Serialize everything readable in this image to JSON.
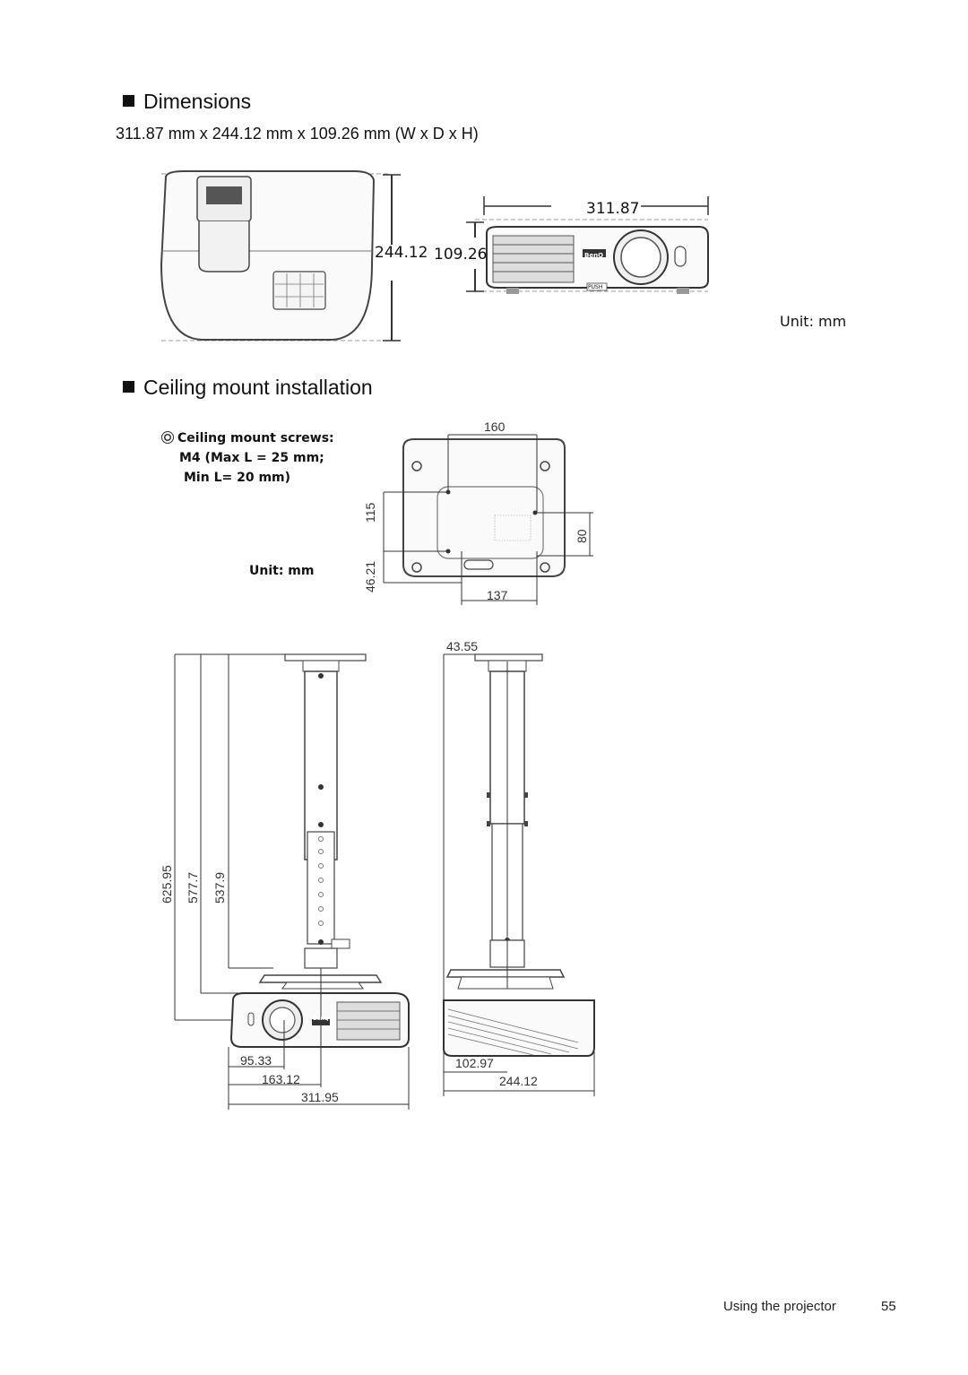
{
  "sections": {
    "dimensions": {
      "title": "Dimensions",
      "summary": "311.87 mm x 244.12 mm x 109.26 mm (W x D x H)",
      "labels": {
        "width": "311.87",
        "depth": "244.12",
        "height": "109.26",
        "unit": "Unit: mm"
      },
      "brand_marks": {
        "logo": "BenQ",
        "push": "PUSH"
      }
    },
    "ceiling": {
      "title": "Ceiling mount installation",
      "screws_note": [
        "Ceiling mount screws:",
        "M4 (Max L = 25 mm;",
        "Min L= 20 mm)"
      ],
      "unit": "Unit: mm",
      "bottom_view": {
        "top": "160",
        "left_a": "115",
        "left_b": "46.21",
        "right": "80",
        "bottom": "137"
      },
      "front_view": {
        "h1": "625.95",
        "h2": "577.7",
        "h3": "537.9",
        "w1": "95.33",
        "w2": "163.12",
        "w3": "311.95"
      },
      "side_view": {
        "top": "43.55",
        "w1": "102.97",
        "w2": "244.12"
      }
    }
  },
  "footer": {
    "section": "Using the projector",
    "page": "55"
  }
}
